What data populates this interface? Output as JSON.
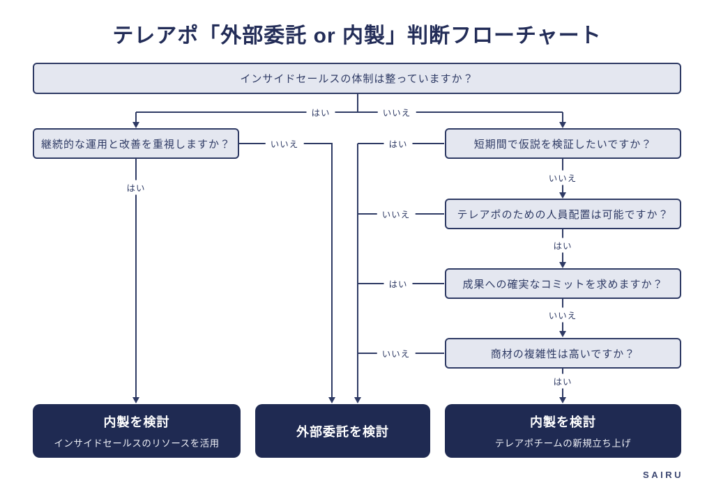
{
  "title": "テレアポ「外部委託 or 内製」判断フローチャート",
  "colors": {
    "line_navy": "#2e3a64",
    "question_fill": "#e4e7f0",
    "result_fill": "#1f2a52",
    "title_navy": "#232d58"
  },
  "flow": {
    "root": {
      "text": "インサイドセールスの体制は整っていますか？"
    },
    "questions": [
      {
        "id": "q-continuity",
        "text": "継続的な運用と改善を重視しますか？"
      },
      {
        "id": "q-hypothesis",
        "text": "短期間で仮説を検証したいですか？"
      },
      {
        "id": "q-staffing",
        "text": "テレアポのための人員配置は可能ですか？"
      },
      {
        "id": "q-commit",
        "text": "成果への確実なコミットを求めますか？"
      },
      {
        "id": "q-complexity",
        "text": "商材の複雑性は高いですか？"
      }
    ],
    "edges": [
      {
        "from": "root",
        "to": "q-continuity",
        "label": "はい"
      },
      {
        "from": "root",
        "to": "q-hypothesis",
        "label": "いいえ"
      },
      {
        "from": "q-continuity",
        "to": "result-inhouse-left",
        "label": "はい"
      },
      {
        "from": "q-continuity",
        "to": "result-outsource",
        "label": "いいえ"
      },
      {
        "from": "q-hypothesis",
        "to": "result-outsource",
        "label": "はい"
      },
      {
        "from": "q-hypothesis",
        "to": "q-staffing",
        "label": "いいえ"
      },
      {
        "from": "q-staffing",
        "to": "result-outsource",
        "label": "いいえ"
      },
      {
        "from": "q-staffing",
        "to": "q-commit",
        "label": "はい"
      },
      {
        "from": "q-commit",
        "to": "result-outsource",
        "label": "はい"
      },
      {
        "from": "q-commit",
        "to": "q-complexity",
        "label": "いいえ"
      },
      {
        "from": "q-complexity",
        "to": "result-outsource",
        "label": "いいえ"
      },
      {
        "from": "q-complexity",
        "to": "result-inhouse-right",
        "label": "はい"
      }
    ],
    "results": [
      {
        "id": "result-inhouse-left",
        "title": "内製を検討",
        "subtitle": "インサイドセールスのリソースを活用"
      },
      {
        "id": "result-outsource",
        "title": "外部委託を検討"
      },
      {
        "id": "result-inhouse-right",
        "title": "内製を検討",
        "subtitle": "テレアポチームの新規立ち上げ"
      }
    ]
  },
  "footer": {
    "logo": "SAIRU"
  }
}
